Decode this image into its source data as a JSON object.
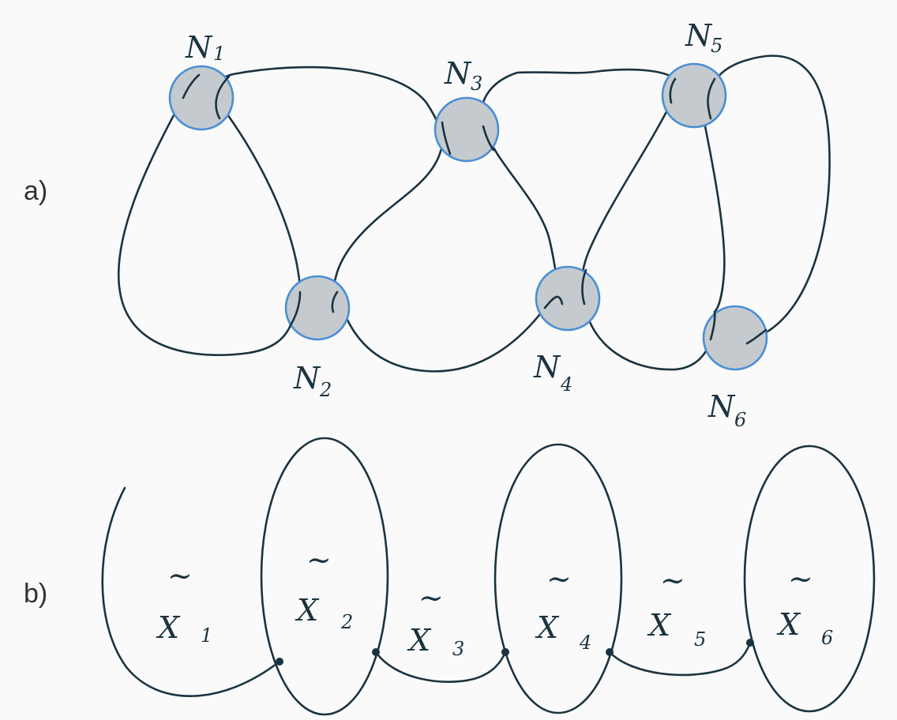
{
  "colors": {
    "stroke": "#1b3340",
    "node_fill": "#c5cace",
    "node_stroke": "#4a8fd4",
    "background": "#fafafa"
  },
  "part_a": {
    "label": "a)",
    "nodes": [
      {
        "letter": "N",
        "sub": "1"
      },
      {
        "letter": "N",
        "sub": "2"
      },
      {
        "letter": "N",
        "sub": "3"
      },
      {
        "letter": "N",
        "sub": "4"
      },
      {
        "letter": "N",
        "sub": "5"
      },
      {
        "letter": "N",
        "sub": "6"
      }
    ]
  },
  "part_b": {
    "label": "b)",
    "pieces": [
      {
        "letter": "X",
        "tilde": "~",
        "sub": "1"
      },
      {
        "letter": "X",
        "tilde": "~",
        "sub": "2"
      },
      {
        "letter": "X",
        "tilde": "~",
        "sub": "3"
      },
      {
        "letter": "X",
        "tilde": "~",
        "sub": "4"
      },
      {
        "letter": "X",
        "tilde": "~",
        "sub": "5"
      },
      {
        "letter": "X",
        "tilde": "~",
        "sub": "6"
      }
    ]
  }
}
